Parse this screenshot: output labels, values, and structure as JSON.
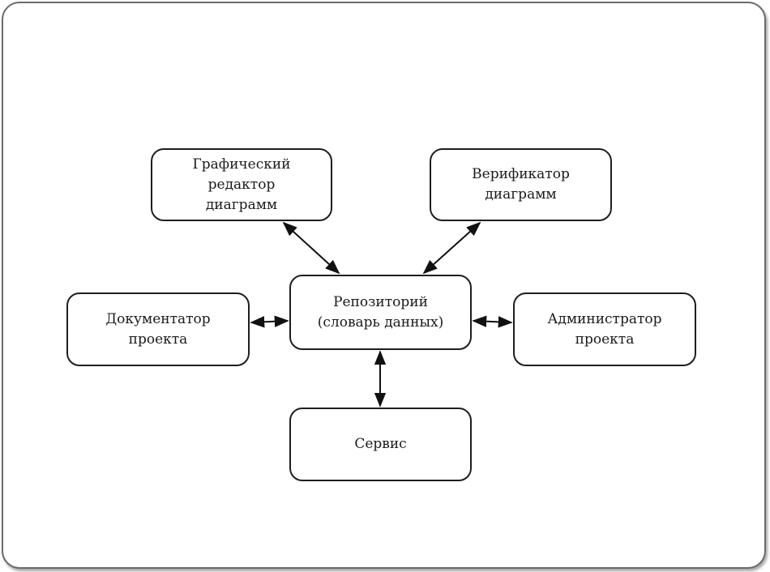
{
  "diagram": {
    "nodes": {
      "editor": {
        "label": "Графический\nредактор\nдиаграмм"
      },
      "verifier": {
        "label": "Верификатор\nдиаграмм"
      },
      "repository": {
        "label": "Репозиторий\n(словарь данных)"
      },
      "documenter": {
        "label": "Документатор\nпроекта"
      },
      "administrator": {
        "label": "Администратор\nпроекта"
      },
      "service": {
        "label": "Сервис"
      }
    },
    "edges": [
      {
        "from": "repository",
        "to": "editor",
        "direction": "both"
      },
      {
        "from": "repository",
        "to": "verifier",
        "direction": "both"
      },
      {
        "from": "repository",
        "to": "documenter",
        "direction": "both"
      },
      {
        "from": "repository",
        "to": "administrator",
        "direction": "both"
      },
      {
        "from": "repository",
        "to": "service",
        "direction": "both"
      }
    ]
  }
}
